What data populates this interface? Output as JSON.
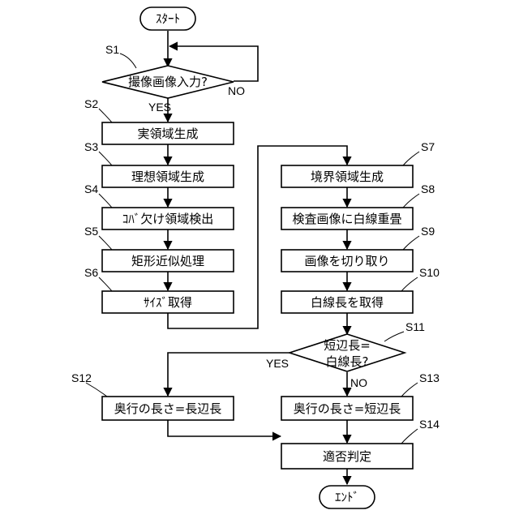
{
  "flowchart": {
    "start": "ｽﾀｰﾄ",
    "end": "ｴﾝﾄﾞ",
    "steps": {
      "s1": {
        "label": "S1",
        "text": "撮像画像入力?"
      },
      "s2": {
        "label": "S2",
        "text": "実領域生成"
      },
      "s3": {
        "label": "S3",
        "text": "理想領域生成"
      },
      "s4": {
        "label": "S4",
        "text": "ｺﾊﾞ欠け領域検出"
      },
      "s5": {
        "label": "S5",
        "text": "矩形近似処理"
      },
      "s6": {
        "label": "S6",
        "text": "ｻｲｽﾞ取得"
      },
      "s7": {
        "label": "S7",
        "text": "境界領域生成"
      },
      "s8": {
        "label": "S8",
        "text": "検査画像に白線重畳"
      },
      "s9": {
        "label": "S9",
        "text": "画像を切り取り"
      },
      "s10": {
        "label": "S10",
        "text": "白線長を取得"
      },
      "s11": {
        "label": "S11",
        "line1": "短辺長=",
        "line2": "白線長?"
      },
      "s12": {
        "label": "S12",
        "text": "奥行の長さ=長辺長"
      },
      "s13": {
        "label": "S13",
        "text": "奥行の長さ=短辺長"
      },
      "s14": {
        "label": "S14",
        "text": "適否判定"
      }
    },
    "branches": {
      "s1_yes": "YES",
      "s1_no": "NO",
      "s11_yes": "YES",
      "s11_no": "NO"
    }
  }
}
